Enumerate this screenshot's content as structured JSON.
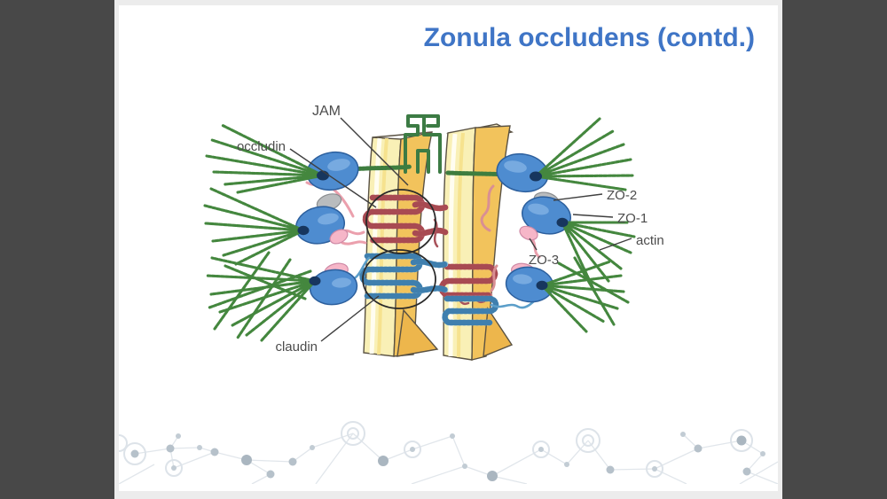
{
  "viewer": {
    "background_color": "#484848",
    "mat_color": "#ececec"
  },
  "slide": {
    "background_color": "#ffffff",
    "title": "Zonula occludens (contd.)",
    "title_color": "#3f75c6"
  },
  "diagram": {
    "description": "Tight junction (zonula occludens) molecular structure diagram",
    "labels": {
      "jam": "JAM",
      "occludin": "occludin",
      "zo2": "ZO-2",
      "zo1": "ZO-1",
      "actin": "actin",
      "zo3": "ZO-3",
      "claudin": "claudin"
    },
    "colors": {
      "membrane_core": "#f2c35c",
      "membrane_pale": "#f9f0b6",
      "actin_green": "#44873e",
      "zo1_blue": "#4e8cd0",
      "zo2_gray": "#b9bcbe",
      "zo3_pink": "#f6b6c8",
      "occludin_red": "#a84a52",
      "claudin_blue": "#3f7fae",
      "jam_green": "#3c7b44",
      "label_text": "#4c4c4c"
    }
  }
}
